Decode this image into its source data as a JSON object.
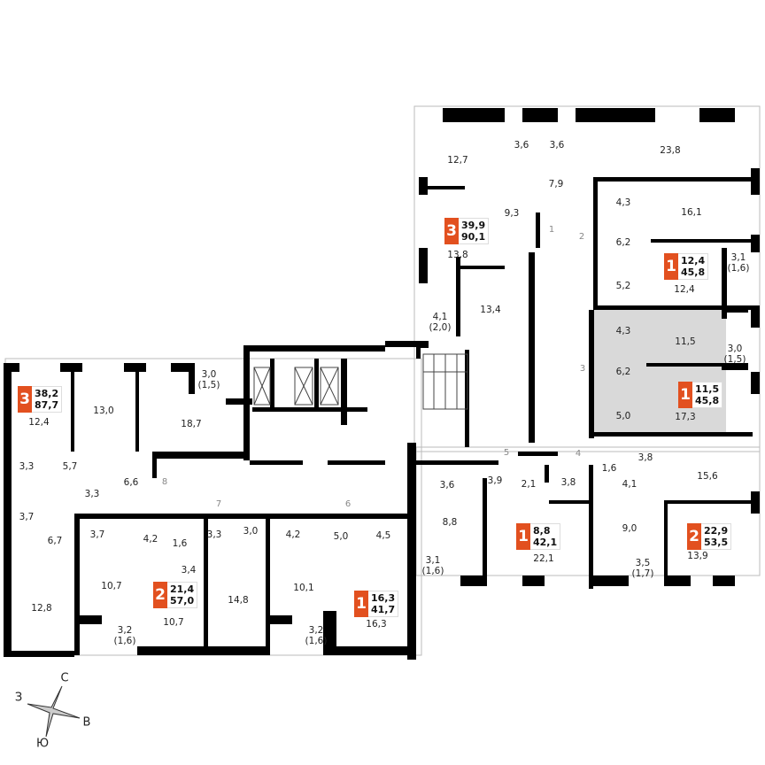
{
  "plan": {
    "highlight_color": "#d9d9d9",
    "badge_color": "#e2501f",
    "wall_color": "#000000",
    "compass": {
      "north": "С",
      "east": "В",
      "south": "Ю",
      "west": "З"
    },
    "rooms": [
      {
        "area": "12,7"
      },
      {
        "area": "3,6"
      },
      {
        "area": "3,6"
      },
      {
        "area": "23,8"
      },
      {
        "area": "7,9"
      },
      {
        "area": "9,3"
      },
      {
        "area": "4,3"
      },
      {
        "area": "16,1"
      },
      {
        "area": "6,2"
      },
      {
        "area": "3,1",
        "sub": "(1,6)"
      },
      {
        "area": "5,2"
      },
      {
        "area": "12,4"
      },
      {
        "area": "13,8"
      },
      {
        "area": "4,1",
        "sub": "(2,0)"
      },
      {
        "area": "13,4"
      },
      {
        "area": "4,3"
      },
      {
        "area": "11,5"
      },
      {
        "area": "3,0",
        "sub": "(1,5)"
      },
      {
        "area": "6,2"
      },
      {
        "area": "5,0"
      },
      {
        "area": "17,3"
      },
      {
        "area": "12,4"
      },
      {
        "area": "13,0"
      },
      {
        "area": "3,0",
        "sub": "(1,5)"
      },
      {
        "area": "18,7"
      },
      {
        "area": "3,3"
      },
      {
        "area": "5,7"
      },
      {
        "area": "6,6"
      },
      {
        "area": "3,3"
      },
      {
        "area": "3,7"
      },
      {
        "area": "6,7"
      },
      {
        "area": "3,7"
      },
      {
        "area": "4,2"
      },
      {
        "area": "1,6"
      },
      {
        "area": "3,3"
      },
      {
        "area": "3,0"
      },
      {
        "area": "4,2"
      },
      {
        "area": "5,0"
      },
      {
        "area": "4,5"
      },
      {
        "area": "3,4"
      },
      {
        "area": "10,7"
      },
      {
        "area": "14,8"
      },
      {
        "area": "10,1"
      },
      {
        "area": "12,8"
      },
      {
        "area": "10,7"
      },
      {
        "area": "16,3"
      },
      {
        "area": "3,2",
        "sub": "(1,6)"
      },
      {
        "area": "3,2",
        "sub": "(1,6)"
      },
      {
        "area": "3,6"
      },
      {
        "area": "3,9"
      },
      {
        "area": "2,1"
      },
      {
        "area": "3,8"
      },
      {
        "area": "1,6"
      },
      {
        "area": "3,8"
      },
      {
        "area": "4,1"
      },
      {
        "area": "15,6"
      },
      {
        "area": "8,8"
      },
      {
        "area": "9,0"
      },
      {
        "area": "22,1"
      },
      {
        "area": "13,9"
      },
      {
        "area": "3,1",
        "sub": "(1,6)"
      },
      {
        "area": "3,5",
        "sub": "(1,7)"
      }
    ],
    "doors": [
      "1",
      "2",
      "3",
      "4",
      "5",
      "6",
      "7",
      "8"
    ],
    "apartments": [
      {
        "rooms": "3",
        "living": "39,9",
        "total": "90,1"
      },
      {
        "rooms": "1",
        "living": "12,4",
        "total": "45,8"
      },
      {
        "rooms": "1",
        "living": "11,5",
        "total": "45,8",
        "highlighted": true
      },
      {
        "rooms": "3",
        "living": "38,2",
        "total": "87,7"
      },
      {
        "rooms": "2",
        "living": "21,4",
        "total": "57,0"
      },
      {
        "rooms": "1",
        "living": "16,3",
        "total": "41,7"
      },
      {
        "rooms": "1",
        "living": "8,8",
        "total": "42,1"
      },
      {
        "rooms": "2",
        "living": "22,9",
        "total": "53,5"
      }
    ]
  }
}
